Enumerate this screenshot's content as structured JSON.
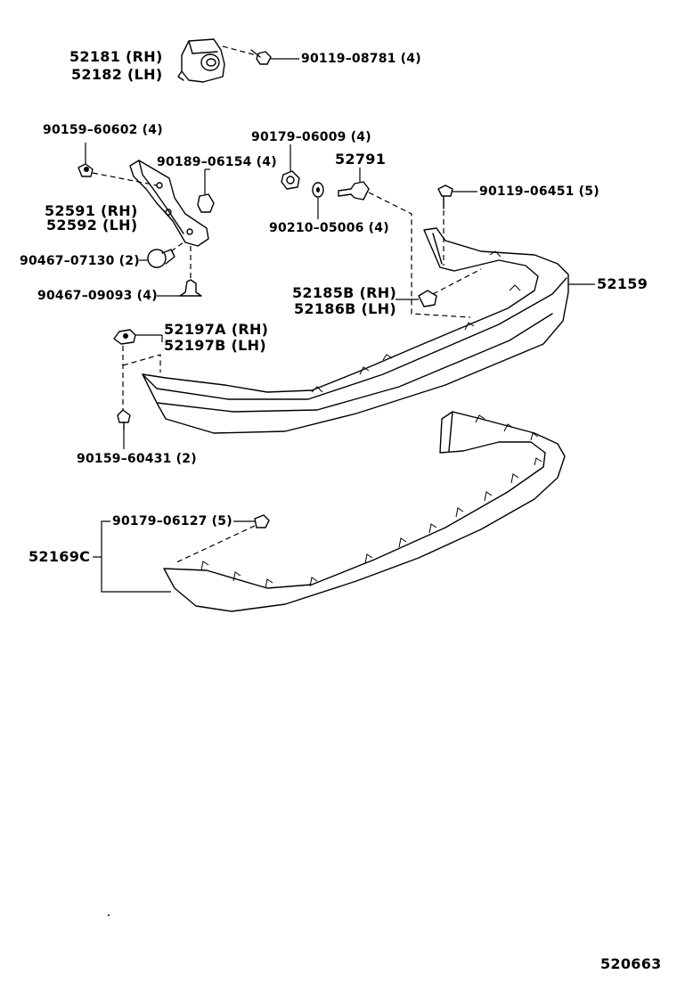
{
  "labels": {
    "p52181": "52181 (RH)",
    "p52182": "52182 (LH)",
    "p90119_08781": "90119–08781 (4)",
    "p90159_60602": "90159–60602 (4)",
    "p90179_06009": "90179–06009 (4)",
    "p52791": "52791",
    "p90189_06154": "90189–06154 (4)",
    "p90119_06451": "90119–06451 (5)",
    "p52591": "52591 (RH)",
    "p52592": "52592 (LH)",
    "p90210_05006": "90210–05006 (4)",
    "p90467_07130": "90467–07130 (2)",
    "p52159": "52159",
    "p90467_09093": "90467–09093 (4)",
    "p52185B": "52185B (RH)",
    "p52186B": "52186B (LH)",
    "p52197A": "52197A (RH)",
    "p52197B": "52197B (LH)",
    "p90159_60431": "90159–60431 (2)",
    "p90179_06127": "90179–06127 (5)",
    "p52169C": "52169C",
    "figure_code": "520663"
  }
}
